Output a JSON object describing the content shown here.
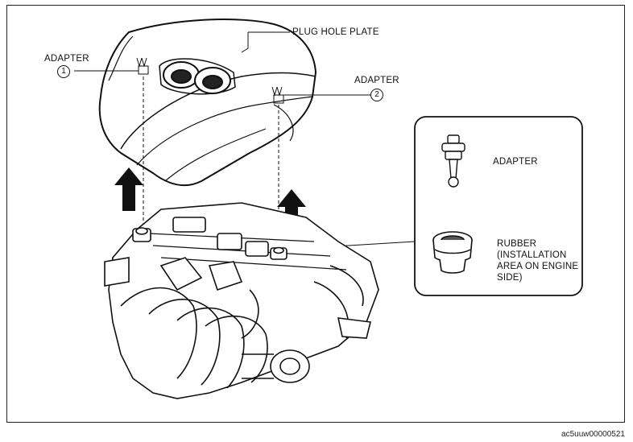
{
  "labels": {
    "plug_hole_plate": "PLUG HOLE PLATE",
    "adapter_1": "ADAPTER",
    "adapter_2": "ADAPTER",
    "adapter_detail": "ADAPTER",
    "rubber": "RUBBER (INSTALLATION AREA ON ENGINE SIDE)",
    "callout_1": "1",
    "callout_2": "2"
  },
  "figure_code": "ac5uuw00000521"
}
